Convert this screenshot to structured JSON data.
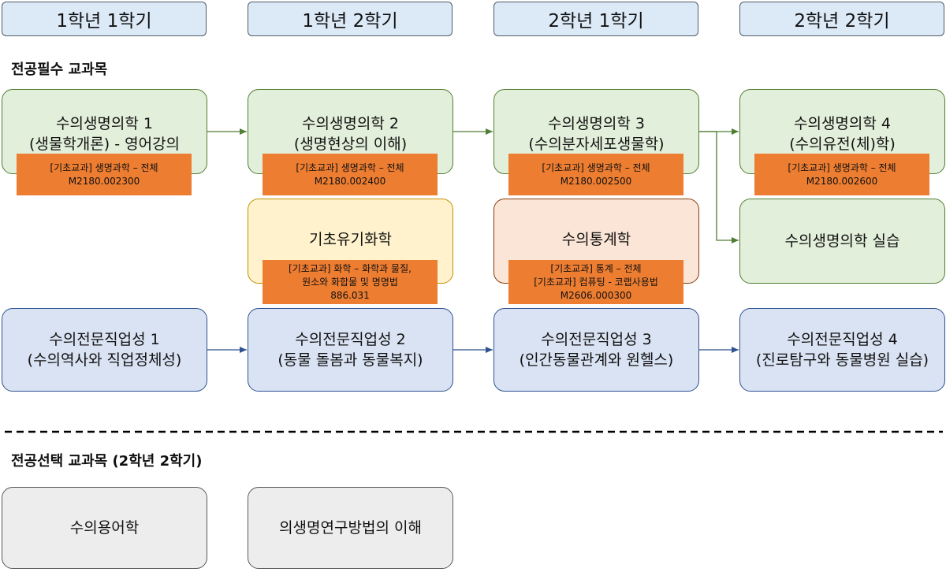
{
  "semesters": [
    "1학년 1학기",
    "1학년 2학기",
    "2학년 1학기",
    "2학년 2학기"
  ],
  "required_title": "전공필수 교과목",
  "elective_title": "전공선택 교과목 (2학년 2학기)",
  "courses": {
    "bio1": {
      "line1": "수의생명의학 1",
      "line2": "(생물학개론) - 영어강의",
      "code1": "[기초교과] 생명과학 – 전체",
      "code2": "M2180.002300"
    },
    "bio2": {
      "line1": "수의생명의학 2",
      "line2": "(생명현상의 이해)",
      "code1": "[기초교과] 생명과학 – 전체",
      "code2": "M2180.002400"
    },
    "bio3": {
      "line1": "수의생명의학 3",
      "line2": "(수의분자세포생물학)",
      "code1": "[기초교과] 생명과학 – 전체",
      "code2": "M2180.002500"
    },
    "bio4": {
      "line1": "수의생명의학 4",
      "line2": "(수의유전(체)학)",
      "code1": "[기초교과] 생명과학 – 전체",
      "code2": "M2180.002600"
    },
    "organic": {
      "line1": "기초유기화학",
      "code1": "[기초교과] 화학 – 화학과 물질,",
      "code2": "원소와 화합물 및 명명법",
      "code3": "886.031"
    },
    "stats": {
      "line1": "수의통계학",
      "code1": "[기초교과] 통계 – 전체",
      "code2": "[기초교과] 컴퓨팅 - 코랩사용법",
      "code3": "M2606.000300"
    },
    "lab": {
      "line1": "수의생명의학 실습"
    },
    "prof1": {
      "line1": "수의전문직업성 1",
      "line2": "(수의역사와 직업정체성)"
    },
    "prof2": {
      "line1": "수의전문직업성 2",
      "line2": "(동물 돌봄과 동물복지)"
    },
    "prof3": {
      "line1": "수의전문직업성 3",
      "line2": "(인간동물관계와 원헬스)"
    },
    "prof4": {
      "line1": "수의전문직업성 4",
      "line2": "(진로탐구와 동물병원 실습)"
    }
  },
  "electives": [
    "수의용어학",
    "의생명연구방법의 이해"
  ],
  "colors": {
    "semester_fill": "#dce9f7",
    "green_fill": "#e2efda",
    "green_border": "#507e32",
    "yellow_fill": "#fff2cc",
    "peach_fill": "#fbe5d6",
    "blue_fill": "#dae3f3",
    "blue_border": "#2f528f",
    "gray_fill": "#ededed",
    "code_fill": "#ed7d31"
  }
}
